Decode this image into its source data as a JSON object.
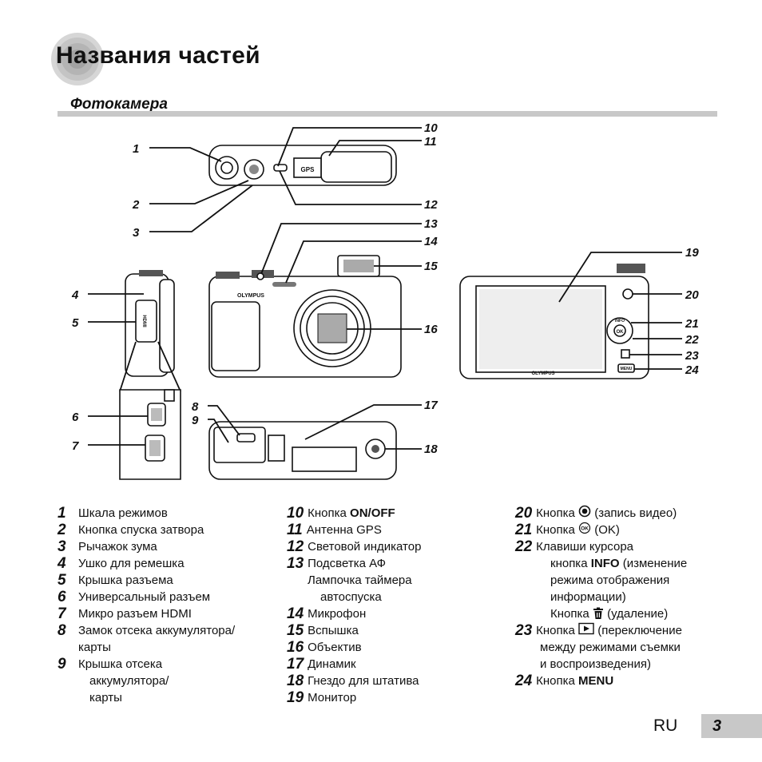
{
  "header": {
    "title": "Названия частей",
    "icon": "camera-lens-icon"
  },
  "section": {
    "title": "Фотокамера"
  },
  "figure_labels": [
    "1",
    "2",
    "3",
    "4",
    "5",
    "6",
    "7",
    "8",
    "9",
    "10",
    "11",
    "12",
    "13",
    "14",
    "15",
    "16",
    "17",
    "18",
    "19",
    "20",
    "21",
    "22",
    "23",
    "24"
  ],
  "camera_markings": {
    "brand": "OLYMPUS",
    "gps": "GPS",
    "hdmi": "HDMI",
    "info": "INFO",
    "menu": "MENU",
    "ok": "OK"
  },
  "columns": [
    [
      {
        "n": "1",
        "t": "Шкала режимов"
      },
      {
        "n": "2",
        "t": "Кнопка спуска затвора"
      },
      {
        "n": "3",
        "t": "Рычажок зума"
      },
      {
        "n": "4",
        "t": "Ушко для ремешка"
      },
      {
        "n": "5",
        "t": "Крышка разъема"
      },
      {
        "n": "6",
        "t": "Универсальный разъем"
      },
      {
        "n": "7",
        "t": "Микро разъем HDMI"
      },
      {
        "n": "8",
        "t": "Замок отсека аккумулятора/",
        "sub": [
          "карты"
        ]
      },
      {
        "n": "9",
        "t": "Крышка отсека",
        "sub": [
          "аккумулятора/",
          "карты"
        ]
      }
    ],
    [
      {
        "n": "10",
        "t": "Кнопка",
        "bold": "ON/OFF"
      },
      {
        "n": "11",
        "t": "Антенна GPS"
      },
      {
        "n": "12",
        "t": "Световой индикатор"
      },
      {
        "n": "13",
        "t": "Подсветка АФ",
        "sub": [
          "Лампочка таймера",
          "автоспуска"
        ]
      },
      {
        "n": "14",
        "t": "Микрофон"
      },
      {
        "n": "15",
        "t": "Вспышка"
      },
      {
        "n": "16",
        "t": "Объектив"
      },
      {
        "n": "17",
        "t": "Динамик"
      },
      {
        "n": "18",
        "t": "Гнездо для штатива"
      },
      {
        "n": "19",
        "t": "Монитор"
      }
    ]
  ],
  "col3": {
    "i20": {
      "n": "20",
      "pre": "Кнопка",
      "post": "(запись видео)",
      "icon": "movie-record-icon"
    },
    "i21": {
      "n": "21",
      "pre": "Кнопка",
      "post": "(OK)",
      "icon": "ok-button-icon"
    },
    "i22": {
      "n": "22",
      "t": "Клавиши курсора",
      "s1a": "кнопка",
      "s1b": "INFO",
      "s1c": "(изменение",
      "s2": "режима отображения",
      "s3": "информации)",
      "s4a": "Кнопка",
      "s4b": "(удаление)",
      "icon": "trash-icon"
    },
    "i23": {
      "n": "23",
      "pre": "Кнопка",
      "post": "(переключение",
      "s1": "между режимами съемки",
      "s2": "и воспроизведения)",
      "icon": "playback-icon"
    },
    "i24": {
      "n": "24",
      "pre": "Кнопка",
      "bold": "MENU"
    }
  },
  "footer": {
    "lang": "RU",
    "page": "3"
  }
}
